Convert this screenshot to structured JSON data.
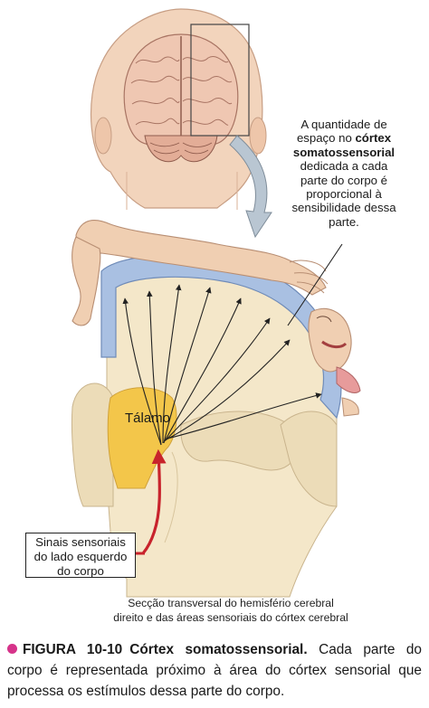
{
  "callout": {
    "line1": "A quantidade de",
    "line2_pre": "espaço no ",
    "line2_bold": "córtex",
    "line3_bold": "somatossensorial",
    "line4": "dedicada a cada",
    "line5": "parte do corpo é",
    "line6": "proporcional à",
    "line7": "sensibilidade dessa",
    "line8": "parte."
  },
  "labels": {
    "talamo": "Tálamo",
    "sinais_l1": "Sinais sensoriais",
    "sinais_l2": "do lado esquerdo",
    "sinais_l3": "do corpo"
  },
  "section_caption": {
    "line1": "Secção transversal do hemisfério cerebral",
    "line2": "direito e das áreas sensoriais do córtex cerebral"
  },
  "figure_caption": {
    "label": "FIGURA 10-10",
    "title": "Córtex somatossensorial.",
    "text": "Cada parte do corpo é representada próximo à área do córtex sensorial que processa os estímulos dessa parte do corpo."
  },
  "colors": {
    "cortex_blue": "#a9c0e2",
    "tissue_cream": "#f4e7c9",
    "thalamus_yellow": "#f3c64a",
    "signal_red": "#c8232c",
    "skin": "#f0cfb2",
    "accent_magenta": "#d6338a"
  }
}
